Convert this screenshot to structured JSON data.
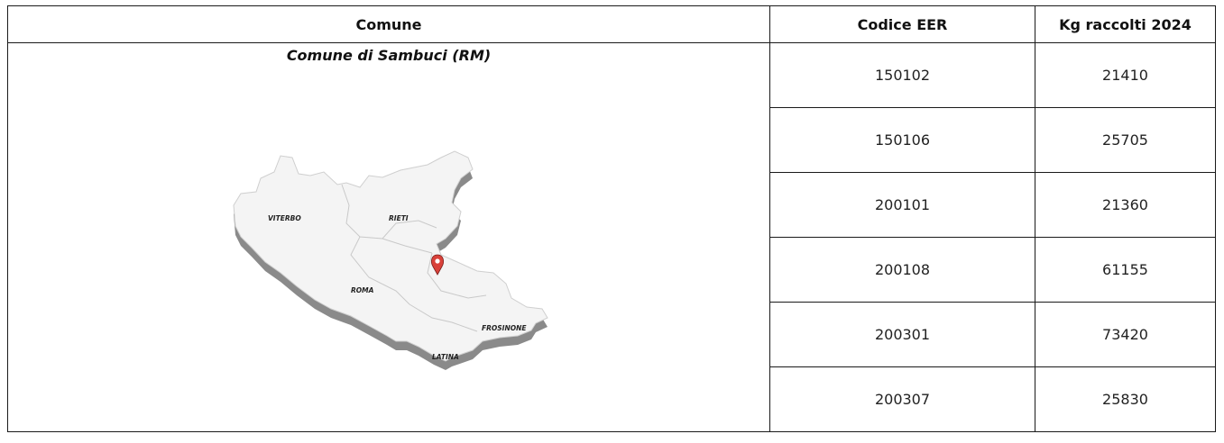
{
  "table": {
    "headers": [
      "Comune",
      "Codice EER",
      "Kg raccolti 2024"
    ],
    "comune_name": "Comune di Sambuci (RM)",
    "rows": [
      {
        "code": "150102",
        "kg": "21410"
      },
      {
        "code": "150106",
        "kg": "25705"
      },
      {
        "code": "200101",
        "kg": "21360"
      },
      {
        "code": "200108",
        "kg": "61155"
      },
      {
        "code": "200301",
        "kg": "73420"
      },
      {
        "code": "200307",
        "kg": "25830"
      }
    ]
  },
  "map": {
    "provinces": [
      "VITERBO",
      "RIETI",
      "ROMA",
      "FROSINONE",
      "LATINA"
    ],
    "marker_icon": "map-pin-icon",
    "marker_color": "#d9413a",
    "map_fill": "#f4f4f4",
    "map_shadow": "#8a8a8a"
  }
}
